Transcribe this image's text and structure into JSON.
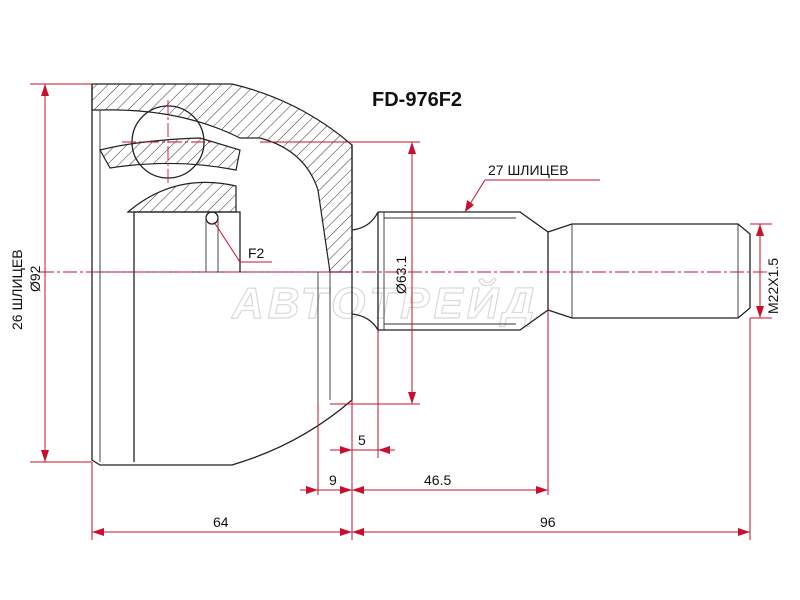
{
  "part_number": "FD-976F2",
  "watermark": "АВТОТРЕЙД",
  "labels": {
    "outer_splines": "26 ШЛИЦЕВ",
    "outer_diameter": "Ø92",
    "shaft_splines": "27 ШЛИЦЕВ",
    "shaft_diameter": "Ø63.1",
    "thread": "M22X1.5",
    "f2": "F2"
  },
  "dimensions": {
    "d5": "5",
    "d9": "9",
    "d46_5": "46.5",
    "d64": "64",
    "d96": "96"
  },
  "colors": {
    "dimension": "#c8102e",
    "outline": "#222222"
  }
}
